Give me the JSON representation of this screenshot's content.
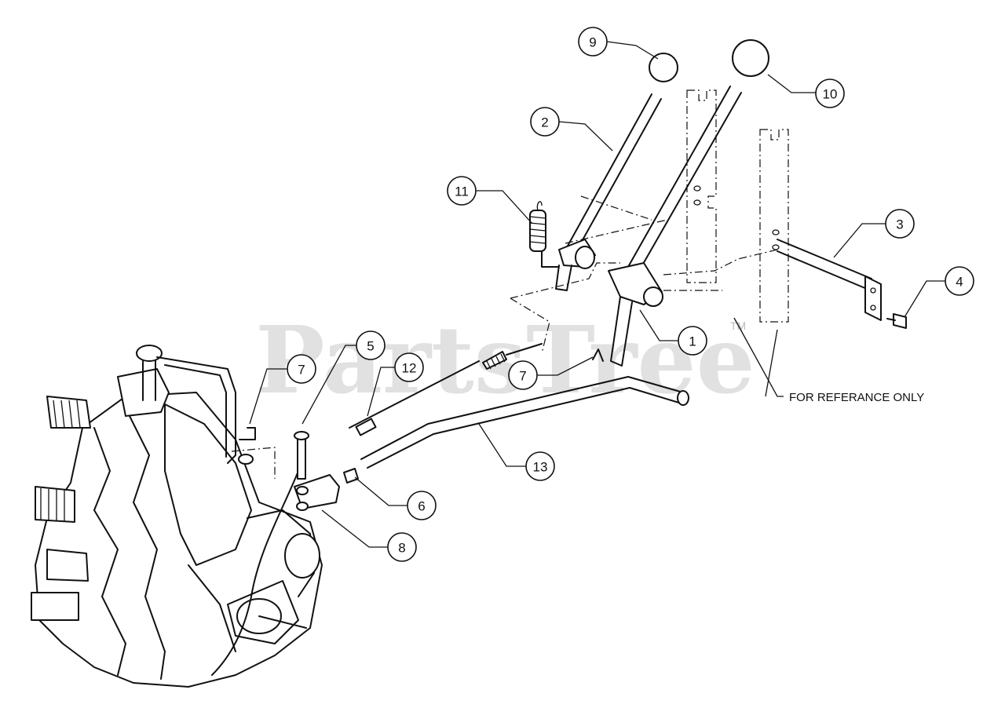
{
  "watermark": {
    "text": "PartsTree",
    "mark": "TM"
  },
  "note": "FOR REFERANCE ONLY",
  "callouts": [
    {
      "id": "1",
      "label": "1"
    },
    {
      "id": "2",
      "label": "2"
    },
    {
      "id": "3",
      "label": "3"
    },
    {
      "id": "4",
      "label": "4"
    },
    {
      "id": "5",
      "label": "5"
    },
    {
      "id": "6",
      "label": "6"
    },
    {
      "id": "7a",
      "label": "7"
    },
    {
      "id": "7b",
      "label": "7"
    },
    {
      "id": "8",
      "label": "8"
    },
    {
      "id": "9",
      "label": "9"
    },
    {
      "id": "10",
      "label": "10"
    },
    {
      "id": "11",
      "label": "11"
    },
    {
      "id": "12",
      "label": "12"
    },
    {
      "id": "13",
      "label": "13"
    }
  ]
}
